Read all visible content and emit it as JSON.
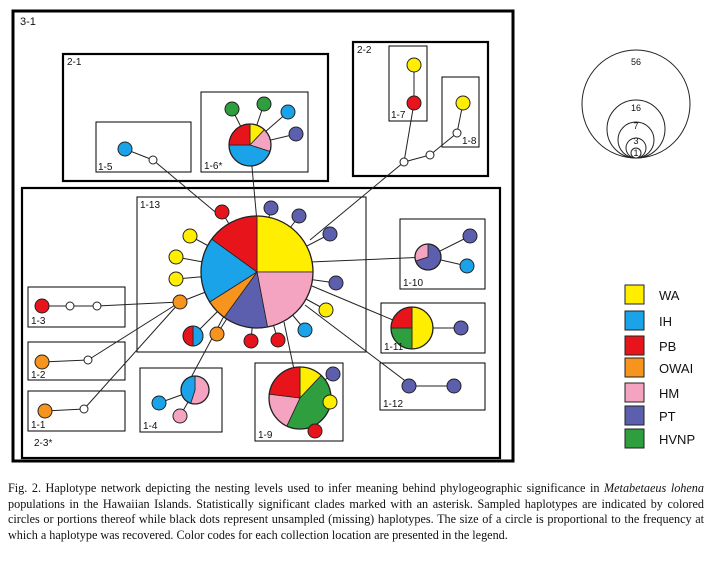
{
  "colors": {
    "WA": "#ffee00",
    "IH": "#1aa3e8",
    "PB": "#e8141c",
    "OWAI": "#f7941d",
    "HM": "#f4a3c0",
    "PT": "#5b5fae",
    "HVNP": "#2e9e3e"
  },
  "labels": {
    "c31": "3-1",
    "c21": "2-1",
    "c22": "2-2",
    "c23": "2-3*",
    "c15": "1-5",
    "c16": "1-6*",
    "c17": "1-7",
    "c18": "1-8",
    "c113": "1-13",
    "c110": "1-10",
    "c13": "1-3",
    "c12": "1-2",
    "c11": "1-1",
    "c14": "1-4",
    "c19": "1-9",
    "c111": "1-11",
    "c112": "1-12"
  },
  "scale": {
    "s56": "56",
    "s16": "16",
    "s7": "7",
    "s3": "3",
    "s1": "1"
  },
  "legend": [
    {
      "code": "WA",
      "color": "#ffee00"
    },
    {
      "code": "IH",
      "color": "#1aa3e8"
    },
    {
      "code": "PB",
      "color": "#e8141c"
    },
    {
      "code": "OWAI",
      "color": "#f7941d"
    },
    {
      "code": "HM",
      "color": "#f4a3c0"
    },
    {
      "code": "PT",
      "color": "#5b5fae"
    },
    {
      "code": "HVNP",
      "color": "#2e9e3e"
    }
  ],
  "caption": {
    "prefix": "Fig. 2. Haplotype network depicting the nesting levels used to infer meaning behind phylogeographic significance in",
    "species": "Metabetaeus lohena",
    "rest": "populations in the Hawaiian Islands. Statistically significant clades marked with an asterisk. Sampled haplotypes are indicated by colored circles or portions thereof while black dots represent unsampled (missing) haplotypes. The size of a circle is proportional to the frequency at which a haplotype was recovered. Color codes for each collection location are presented in the legend."
  }
}
